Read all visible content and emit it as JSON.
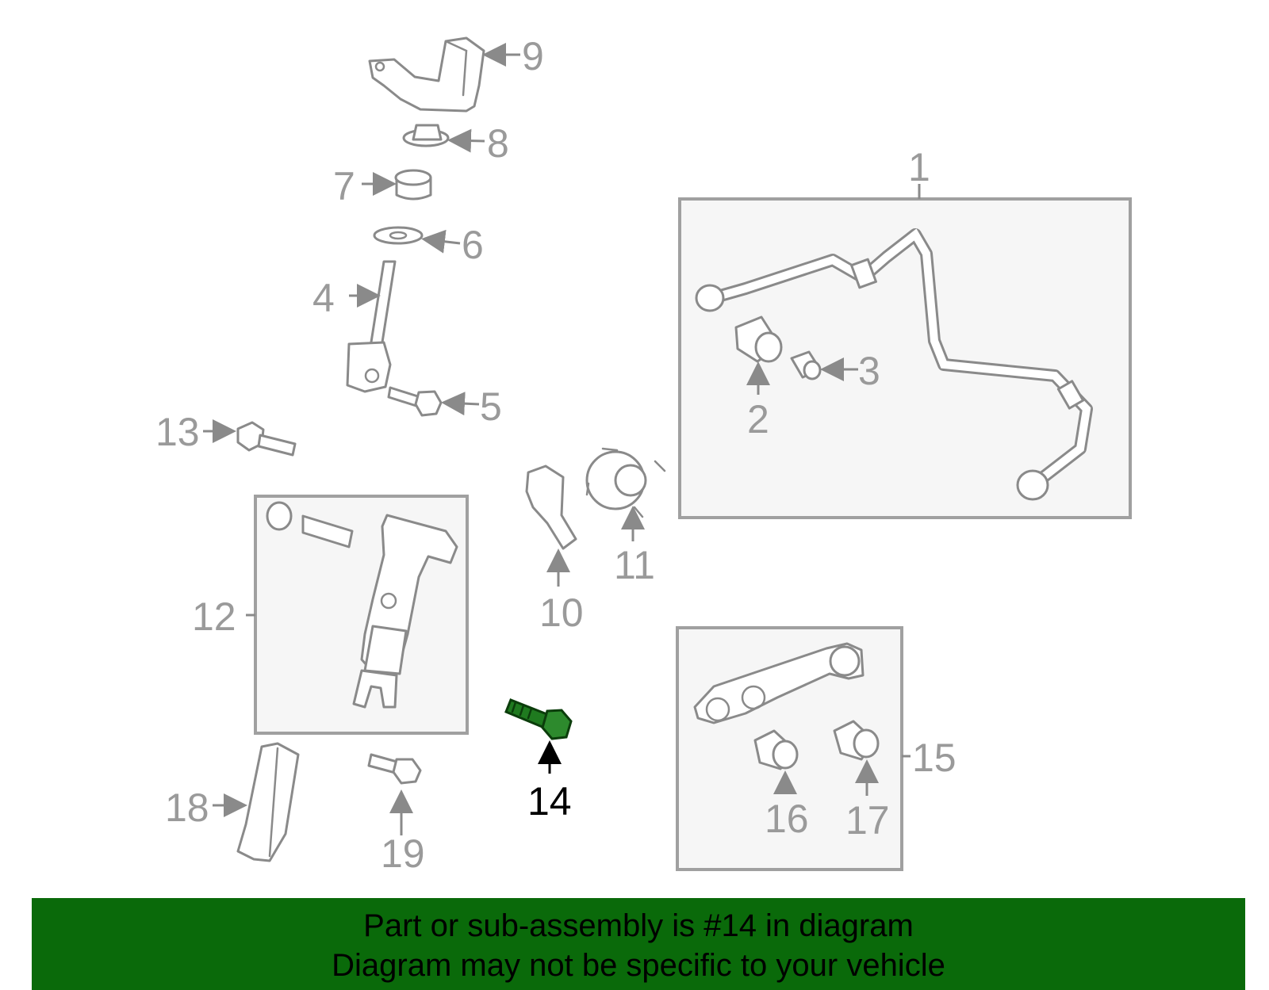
{
  "diagram": {
    "callouts": [
      {
        "id": "1",
        "label": "1"
      },
      {
        "id": "2",
        "label": "2"
      },
      {
        "id": "3",
        "label": "3"
      },
      {
        "id": "4",
        "label": "4"
      },
      {
        "id": "5",
        "label": "5"
      },
      {
        "id": "6",
        "label": "6"
      },
      {
        "id": "7",
        "label": "7"
      },
      {
        "id": "8",
        "label": "8"
      },
      {
        "id": "9",
        "label": "9"
      },
      {
        "id": "10",
        "label": "10"
      },
      {
        "id": "11",
        "label": "11"
      },
      {
        "id": "12",
        "label": "12"
      },
      {
        "id": "13",
        "label": "13"
      },
      {
        "id": "14",
        "label": "14",
        "highlighted": true
      },
      {
        "id": "15",
        "label": "15"
      },
      {
        "id": "16",
        "label": "16"
      },
      {
        "id": "17",
        "label": "17"
      },
      {
        "id": "18",
        "label": "18"
      },
      {
        "id": "19",
        "label": "19"
      }
    ],
    "highlight_color": "#1f7a1f",
    "part_color": "#8a8a8a"
  },
  "banner": {
    "line1": "Part or sub-assembly is #14 in diagram",
    "line2": "Diagram may not be specific to your vehicle",
    "background": "#0a6a0a"
  }
}
